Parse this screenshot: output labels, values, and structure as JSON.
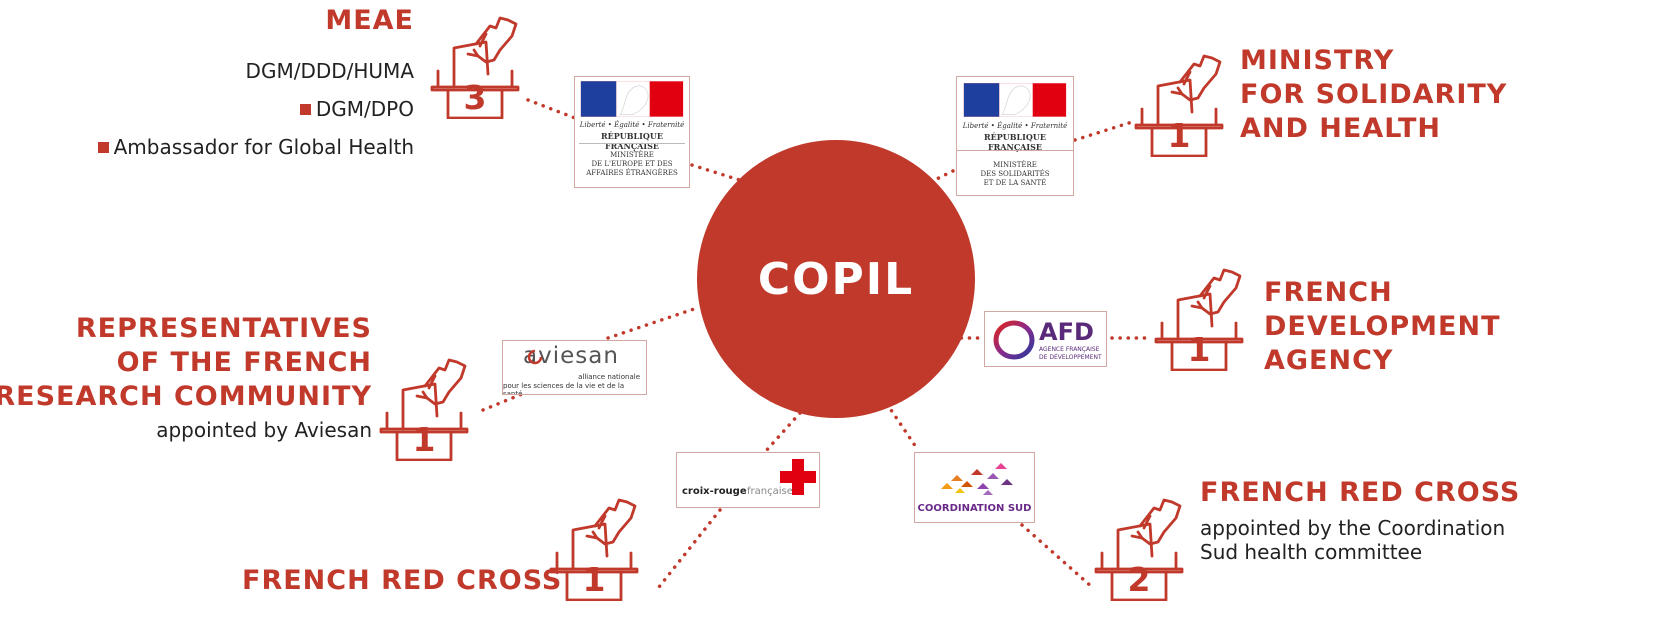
{
  "center": {
    "label": "COPIL"
  },
  "groups": {
    "meae": {
      "title": "MEAE",
      "lines": [
        "DGM/DDD/HUMA",
        "DGM/DPO",
        "Ambassador for Global Health"
      ],
      "votes": "3"
    },
    "ministry": {
      "title": [
        "MINISTRY",
        "FOR SOLIDARITY",
        "AND HEALTH"
      ],
      "votes": "1"
    },
    "research": {
      "title": [
        "REPRESENTATIVES",
        "OF THE FRENCH",
        "RESEARCH COMMUNITY"
      ],
      "subtitle": "appointed by Aviesan",
      "votes": "1"
    },
    "afd": {
      "title": [
        "FRENCH",
        "DEVELOPMENT",
        "AGENCY"
      ],
      "votes": "1"
    },
    "redcross": {
      "title": "FRENCH RED CROSS",
      "votes": "1"
    },
    "coordsud": {
      "title": "FRENCH RED CROSS",
      "subtitle": [
        "appointed by the Coordination",
        "Sud health committee"
      ],
      "votes": "2"
    }
  },
  "logos": {
    "meae": {
      "motto": "Liberté • Égalité • Fraternité",
      "republic": "RÉPUBLIQUE FRANÇAISE",
      "ministry": [
        "MINISTÈRE",
        "DE L'EUROPE ET DES",
        "AFFAIRES ÉTRANGÈRES"
      ]
    },
    "sante": {
      "motto": "Liberté • Égalité • Fraternité",
      "republic": "RÉPUBLIQUE FRANÇAISE",
      "ministry": [
        "MINISTÈRE",
        "DES SOLIDARITÉS",
        "ET DE LA SANTÉ"
      ]
    },
    "aviesan": {
      "name": "aviesan",
      "tagline": [
        "alliance nationale",
        "pour les sciences de la vie et de la santé"
      ]
    },
    "afd": {
      "name": "AFD",
      "tagline": [
        "AGENCE FRANÇAISE",
        "DE DÉVELOPPEMENT"
      ]
    },
    "croixrouge": {
      "name": "croix-rouge",
      "name2": "française"
    },
    "coordsud": {
      "name": "COORDINATION SUD"
    }
  },
  "colors": {
    "accent": "#c0392b",
    "text": "#222222",
    "flag_blue": "#1e3f9e",
    "flag_red": "#e1000f",
    "purple": "#6a2a8a"
  }
}
